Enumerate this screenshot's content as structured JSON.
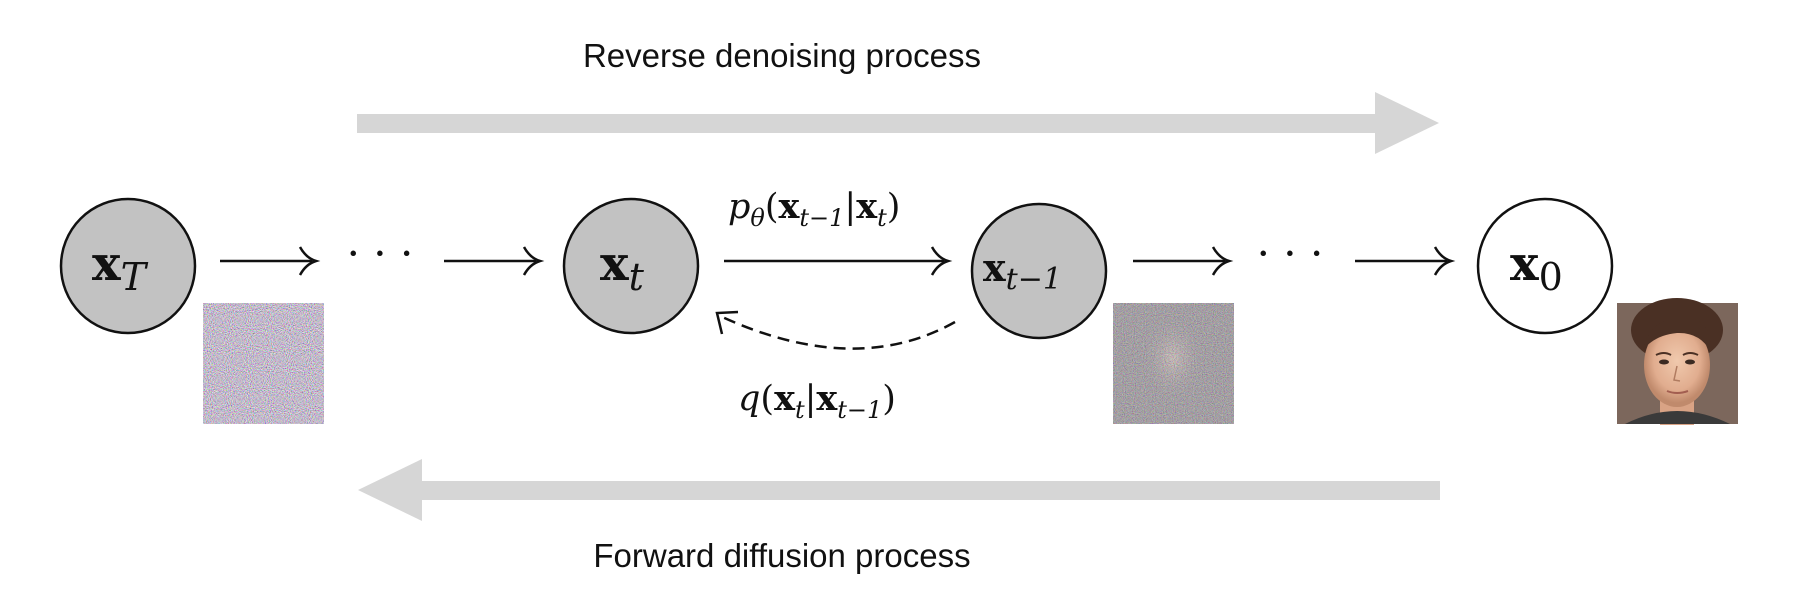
{
  "colors": {
    "band_arrow": "#d6d6d6",
    "node_fill_shaded": "#c2c2c2",
    "node_fill_clear": "#ffffff",
    "stroke": "#111111"
  },
  "top_label": "Reverse denoising process",
  "bottom_label": "Forward diffusion process",
  "nodes": [
    {
      "id": "xT",
      "var": "x",
      "sub": "T",
      "shaded": true
    },
    {
      "id": "xt",
      "var": "x",
      "sub": "t",
      "shaded": true
    },
    {
      "id": "xt-1",
      "var": "x",
      "sub": "t−1",
      "shaded": true
    },
    {
      "id": "x0",
      "var": "x",
      "sub": "0",
      "shaded": false
    }
  ],
  "ellipsis": "· · ·",
  "reverse_transition": {
    "p": "p",
    "theta": "θ",
    "open": "(",
    "x1": "x",
    "x1_sub": "t−1",
    "bar": "|",
    "x2": "x",
    "x2_sub": "t",
    "close": ")"
  },
  "forward_transition": {
    "q": "q",
    "open": "(",
    "x1": "x",
    "x1_sub": "t",
    "bar": "|",
    "x2": "x",
    "x2_sub": "t−1",
    "close": ")"
  },
  "images": [
    {
      "id": "noise-xT",
      "kind": "pure noise"
    },
    {
      "id": "noise-xt-1",
      "kind": "noisy face"
    },
    {
      "id": "face-x0",
      "kind": "face photo"
    }
  ]
}
